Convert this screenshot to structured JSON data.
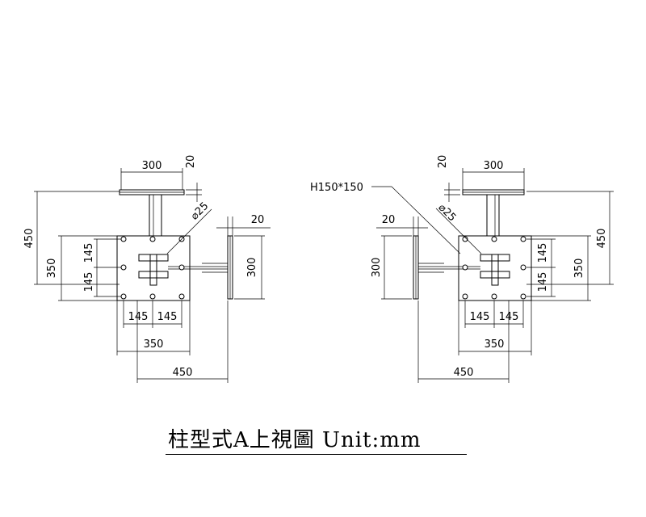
{
  "title": "柱型式A上視圖 Unit:mm",
  "section_label": "H150*150",
  "hole_label": "⌀25",
  "views": [
    {
      "name": "left",
      "dims": {
        "top_width": "300",
        "top_thick": "20",
        "overall_h": "450",
        "plate_h": "350",
        "gauge_top": "145",
        "gauge_bot": "145",
        "side_thick": "20",
        "side_h": "300",
        "gauge_left": "145",
        "gauge_right": "145",
        "plate_w": "350",
        "overall_w": "450"
      }
    },
    {
      "name": "right",
      "dims": {
        "top_width": "300",
        "top_thick": "20",
        "overall_h": "450",
        "plate_h": "350",
        "gauge_top": "145",
        "gauge_bot": "145",
        "side_thick": "20",
        "side_h": "300",
        "gauge_left": "145",
        "gauge_right": "145",
        "plate_w": "350",
        "overall_w": "450"
      }
    }
  ]
}
